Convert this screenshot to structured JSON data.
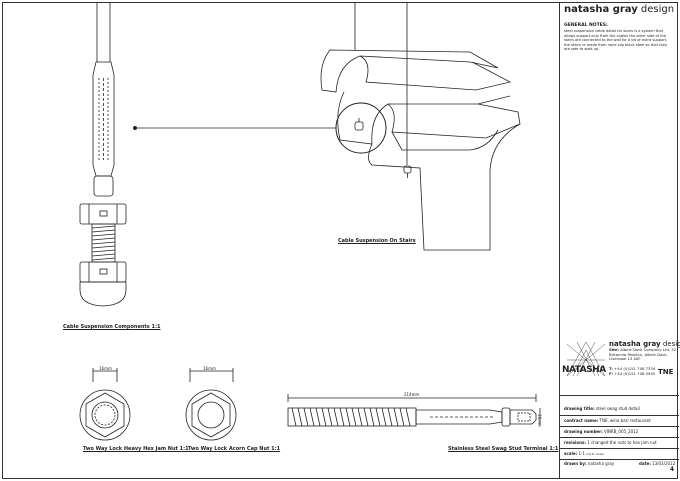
{
  "labels": {
    "cable_suspension_components": "Cable Suspension Components 1:1",
    "cable_suspension_on_stairs": "Cable Suspension On Stairs",
    "hex_jam_nut": "Two Way Lock Heavy Hex Jam Nut 1:1",
    "acorn_cap_nut": "Two Way Lock Acorn Cap Nut 1:1",
    "swag_stud_terminal": "Stainless Steel Swag Stud Terminal 1:1"
  },
  "dimensions": {
    "hex_width": "16mm",
    "acorn_width": "16mm",
    "stud_length": "214mm",
    "stud_diameter": "16mm"
  },
  "panel": {
    "brand_bold": "natasha gray",
    "brand_rest": " design",
    "notes_title": "GENERAL NOTES:",
    "notes_text": "steel suspension cable detail for stairs is a system that allows support only from the cables the other side of the stairs are connected to the wall for a bit of extra support. the stairs re made from none slip black steel so that they are safe to walk up.",
    "logo_word": "NATASHA",
    "site_label": "Site:",
    "site_text": "Albert Dock Company Ltd, 32 Britannia Pavilion, Albert Dock, Liverpool L3 4AF",
    "tel_label": "T:",
    "tel": "+44 (0)151 708 7334",
    "fax_label": "F:",
    "fax": "+44 (0)151 708 0955",
    "client_logo": "TNE",
    "drawing_title_label": "drawing title:",
    "drawing_title": "steel swag stud detail",
    "contract_label": "contract name:",
    "contract": "TNE, wine bar/ restaurant",
    "drawing_number_label": "drawing number:",
    "drawing_number": "VINRB_005_2012",
    "revisions_label": "revisions:",
    "revisions": "1 changed the nuts to hex jam nut",
    "scale_label": "scale:",
    "scale": "1:1",
    "scale_note": "not to scale",
    "drawn_label": "drawn by:",
    "drawn": "natasha gray",
    "date_label": "date:",
    "date": "13/03/2012",
    "page": "4"
  }
}
